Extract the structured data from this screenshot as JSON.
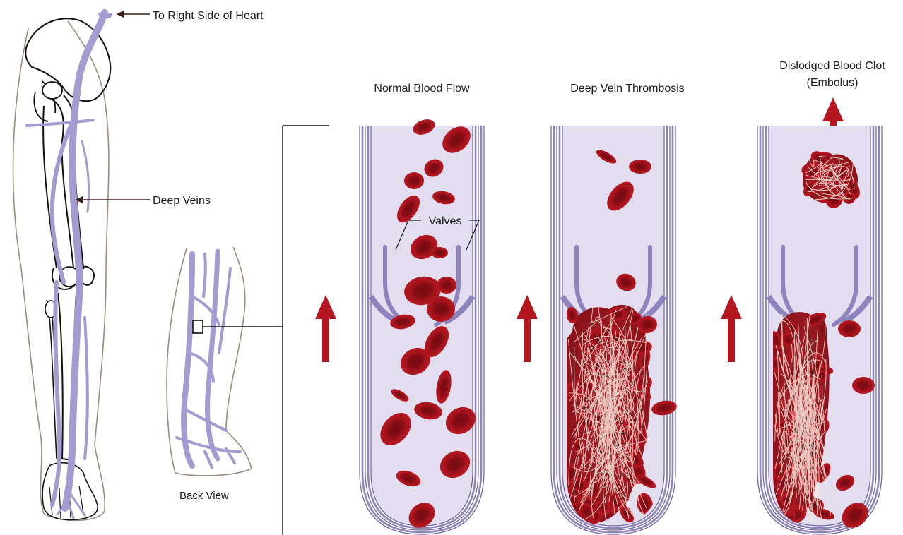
{
  "labels": {
    "heart": "To Right Side of Heart",
    "deep_veins": "Deep Veins",
    "back_view": "Back View",
    "normal": "Normal Blood Flow",
    "dvt": "Deep Vein Thrombosis",
    "dislodged_1": "Dislodged Blood Clot",
    "dislodged_2": "(Embolus)",
    "valves": "Valves"
  },
  "colors": {
    "vein_wall": "#8e83bd",
    "vein_stripe": "#6c5f9e",
    "lumen": "#e2def0",
    "vein_fill": "#a49bd0",
    "blood_cell": "#a3121e",
    "blood_cell_dark": "#6d0a12",
    "arrow": "#b3161f",
    "bone_outline": "#111111",
    "skin_outline": "#9b8c7c",
    "leader_line": "#3a1f14"
  }
}
